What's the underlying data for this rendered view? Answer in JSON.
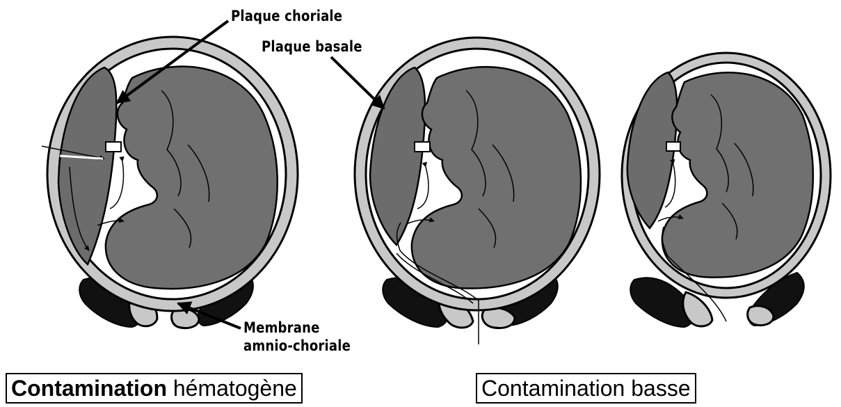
{
  "labels": {
    "chorionic_plate": "Plaque choriale",
    "basal_plate": "Plaque basale",
    "membrane_line1": "Membrane",
    "membrane_line2": "amnio-choriale"
  },
  "captions": {
    "left_bold": "Contamination",
    "left_rest": "hématogène",
    "right": "Contamination basse"
  },
  "colors": {
    "fetus": "#707070",
    "placenta": "#6c6c6c",
    "uterine_wall": "#c8c8c8",
    "maternal_tissue": "#111111",
    "outline": "#000000"
  }
}
